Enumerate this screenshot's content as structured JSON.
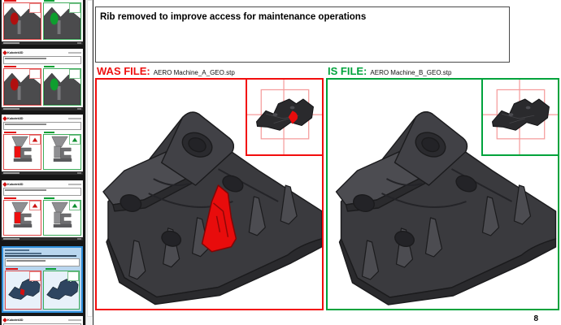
{
  "app": {
    "logo_text": "Kubotek3D"
  },
  "page": {
    "description": "Rib removed to improve access for maintenance operations",
    "number": "8"
  },
  "comparison": {
    "was": {
      "label": "WAS FILE:",
      "file": "AERO Machine_A_GEO.stp",
      "accent": "#ed1111"
    },
    "is": {
      "label": "IS FILE:",
      "file": "AERO Machine_B_GEO.stp",
      "accent": "#00a33c"
    }
  },
  "colors": {
    "part_body": "#3a3a3e",
    "part_edge": "#1b1b1d",
    "part_light": "#4c4c51",
    "part_dark": "#2a2a2d",
    "hole": "#232327",
    "highlight_red": "#e80c0c",
    "crosshair_pink": "#f59c9c",
    "sidebar_bg": "#161616",
    "selected_blue": "#2f8fdc",
    "thumb_red_oval": "#b00f0f",
    "thumb_green_oval": "#0e9e2e",
    "thumb_iso_body": "#2e4560"
  },
  "sidebar": {
    "thumbnails": [
      {
        "type": "oval",
        "cut": "top",
        "selected": false
      },
      {
        "type": "oval",
        "cut": "none",
        "selected": false
      },
      {
        "type": "section",
        "cut": "none",
        "selected": false
      },
      {
        "type": "section",
        "cut": "none",
        "selected": false
      },
      {
        "type": "iso",
        "cut": "none",
        "selected": true
      },
      {
        "type": "header-only",
        "cut": "bottom",
        "selected": false
      }
    ]
  }
}
